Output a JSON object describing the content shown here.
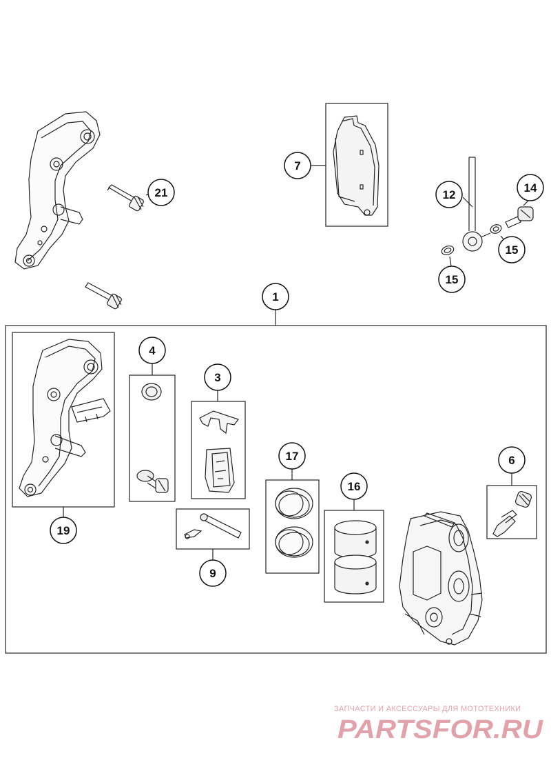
{
  "callouts": {
    "c1": "1",
    "c3": "3",
    "c4": "4",
    "c6": "6",
    "c7": "7",
    "c9": "9",
    "c12": "12",
    "c14": "14",
    "c15a": "15",
    "c15b": "15",
    "c16": "16",
    "c17": "17",
    "c19": "19",
    "c21": "21"
  },
  "watermark": {
    "tagline": "ЗАПЧАСТИ И АКСЕССУАРЫ ДЛЯ МОТОТЕХНИКИ",
    "logo_text": "PARTSFOR.RU",
    "color": "#e0a3ab"
  }
}
